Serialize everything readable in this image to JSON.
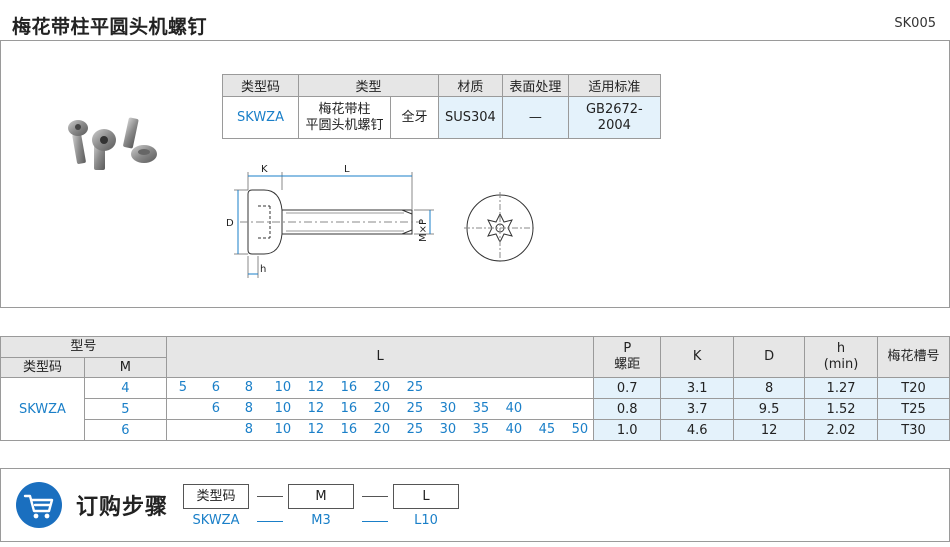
{
  "header": {
    "title": "梅花带柱平圆头机螺钉",
    "code": "SK005"
  },
  "spec": {
    "headers": [
      "类型码",
      "类型",
      "材质",
      "表面处理",
      "适用标准"
    ],
    "row": {
      "type_code": "SKWZA",
      "type_line1": "梅花带柱",
      "type_line2": "平圆头机螺钉",
      "thread": "全牙",
      "material": "SUS304",
      "surface": "—",
      "standard": "GB2672-2004"
    }
  },
  "drawing": {
    "label_k": "K",
    "label_l": "L",
    "label_d": "D",
    "label_h": "h",
    "label_mp": "M×P"
  },
  "dims": {
    "h_model": "型号",
    "h_typecode": "类型码",
    "h_m": "M",
    "h_l": "L",
    "h_p1": "P",
    "h_p2": "螺距",
    "h_k": "K",
    "h_d": "D",
    "h_h1": "h",
    "h_h2": "(min)",
    "h_slot": "梅花槽号",
    "type_code": "SKWZA",
    "rows": [
      {
        "m": "4",
        "l": [
          "5",
          "6",
          "8",
          "10",
          "12",
          "16",
          "20",
          "25",
          "",
          "",
          "",
          "",
          ""
        ],
        "p": "0.7",
        "k": "3.1",
        "d": "8",
        "h": "1.27",
        "slot": "T20"
      },
      {
        "m": "5",
        "l": [
          "",
          "6",
          "8",
          "10",
          "12",
          "16",
          "20",
          "25",
          "30",
          "35",
          "40",
          "",
          ""
        ],
        "p": "0.8",
        "k": "3.7",
        "d": "9.5",
        "h": "1.52",
        "slot": "T25"
      },
      {
        "m": "6",
        "l": [
          "",
          "",
          "8",
          "10",
          "12",
          "16",
          "20",
          "25",
          "30",
          "35",
          "40",
          "45",
          "50"
        ],
        "p": "1.0",
        "k": "4.6",
        "d": "12",
        "h": "2.02",
        "slot": "T30"
      }
    ]
  },
  "order": {
    "title": "订购步骤",
    "boxes": [
      "类型码",
      "M",
      "L"
    ],
    "values": [
      "SKWZA",
      "M3",
      "L10"
    ]
  },
  "colors": {
    "accent": "#1a7fc8",
    "header_bg": "#e6e6e6",
    "highlight": "#e4f2fb",
    "cart": "#1a6fbf"
  }
}
